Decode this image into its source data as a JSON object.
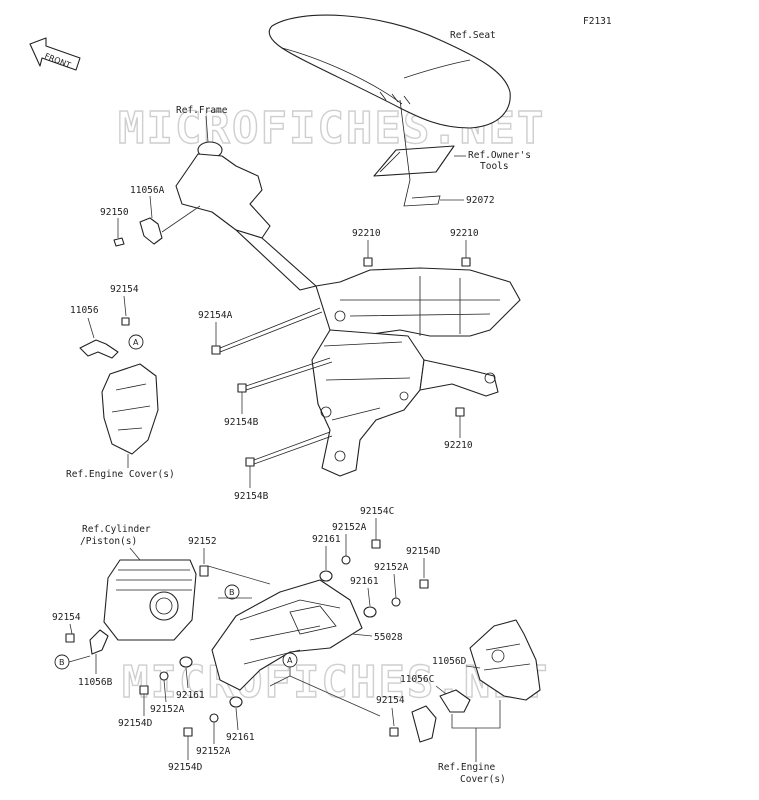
{
  "figure_code": "F2131",
  "watermark": "MICROFICHES.NET",
  "front_arrow": "FRONT",
  "references": {
    "seat": "Ref.Seat",
    "frame": "Ref.Frame",
    "owners_tools_1": "Ref.Owner's",
    "owners_tools_2": "Tools",
    "engine_cover_left": "Ref.Engine Cover(s)",
    "cylinder_1": "Ref.Cylinder",
    "cylinder_2": "/Piston(s)",
    "engine_cover_right_1": "Ref.Engine",
    "engine_cover_right_2": "Cover(s)"
  },
  "callouts": {
    "a": "A",
    "b": "B"
  },
  "parts": {
    "p92072": "92072",
    "p11056A": "11056A",
    "p92150": "92150",
    "p92210_a": "92210",
    "p92210_b": "92210",
    "p92210_c": "92210",
    "p92154_top": "92154",
    "p11056": "11056",
    "p92154A": "92154A",
    "p92154B_a": "92154B",
    "p92154B_b": "92154B",
    "p92152": "92152",
    "p92161_a": "92161",
    "p92152A_a": "92152A",
    "p92154C": "92154C",
    "p92154D_a": "92154D",
    "p92161_b": "92161",
    "p92152A_b": "92152A",
    "p55028": "55028",
    "p92154_left": "92154",
    "p11056B": "11056B",
    "p92161_c": "92161",
    "p92152A_c": "92152A",
    "p92154D_b": "92154D",
    "p92161_d": "92161",
    "p92152A_d": "92152A",
    "p92154D_c": "92154D",
    "p11056D": "11056D",
    "p11056C": "11056C",
    "p92154_right": "92154"
  }
}
